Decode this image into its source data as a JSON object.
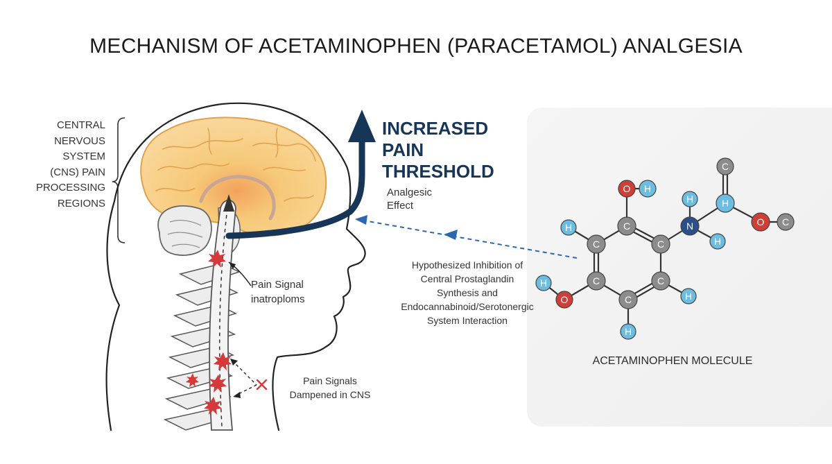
{
  "title": "MECHANISM OF ACETAMINOPHEN (PARACETAMOL) ANALGESIA",
  "labels": {
    "cns": [
      "CENTRAL",
      "NERVOUS",
      "SYSTEM",
      "(CNS) PAIN",
      "PROCESSING",
      "REGIONS"
    ],
    "threshold": [
      "INCREASED",
      "PAIN",
      "THRESHOLD"
    ],
    "analgesic_effect": [
      "Analgesic",
      "Effect"
    ],
    "mechanism": [
      "Hypothesized Inhibition of",
      "Central Prostaglandin",
      "Synthesis and",
      "Endocannabinoid/Serotonergic",
      "System Interaction"
    ],
    "pain_signal_upper": [
      "Pain Signal",
      "inatroploms"
    ],
    "pain_signals_dampened": [
      "Pain Signals",
      "Dampened in CNS"
    ],
    "molecule_caption": "ACETAMINOPHEN MOLECULE"
  },
  "molecule": {
    "atoms": [
      {
        "el": "O",
        "type": "O"
      },
      {
        "el": "H",
        "type": "H"
      },
      {
        "el": "C",
        "type": "C"
      },
      {
        "el": "C",
        "type": "C"
      },
      {
        "el": "C",
        "type": "C"
      },
      {
        "el": "C",
        "type": "C"
      },
      {
        "el": "C",
        "type": "C"
      },
      {
        "el": "C",
        "type": "C"
      },
      {
        "el": "H",
        "type": "H"
      },
      {
        "el": "H",
        "type": "H"
      },
      {
        "el": "O",
        "type": "O"
      },
      {
        "el": "H",
        "type": "H"
      },
      {
        "el": "H",
        "type": "H"
      },
      {
        "el": "N",
        "type": "N"
      },
      {
        "el": "H",
        "type": "H"
      },
      {
        "el": "H",
        "type": "H"
      },
      {
        "el": "C",
        "type": "C"
      },
      {
        "el": "O",
        "type": "O"
      },
      {
        "el": "C",
        "type": "C"
      },
      {
        "el": "H",
        "type": "H"
      }
    ],
    "colors": {
      "C": "#8c8c8c",
      "O": "#cf3f37",
      "H": "#6cbde0",
      "N": "#2a4f8a"
    }
  },
  "colors": {
    "brain": "#f6c978",
    "brain_center": "#f2a25c",
    "arrow": "#173556",
    "dashed_arrow": "#2b67b0",
    "pain_star": "#d43a3a",
    "molecule_panel": "#f3f3f3"
  }
}
